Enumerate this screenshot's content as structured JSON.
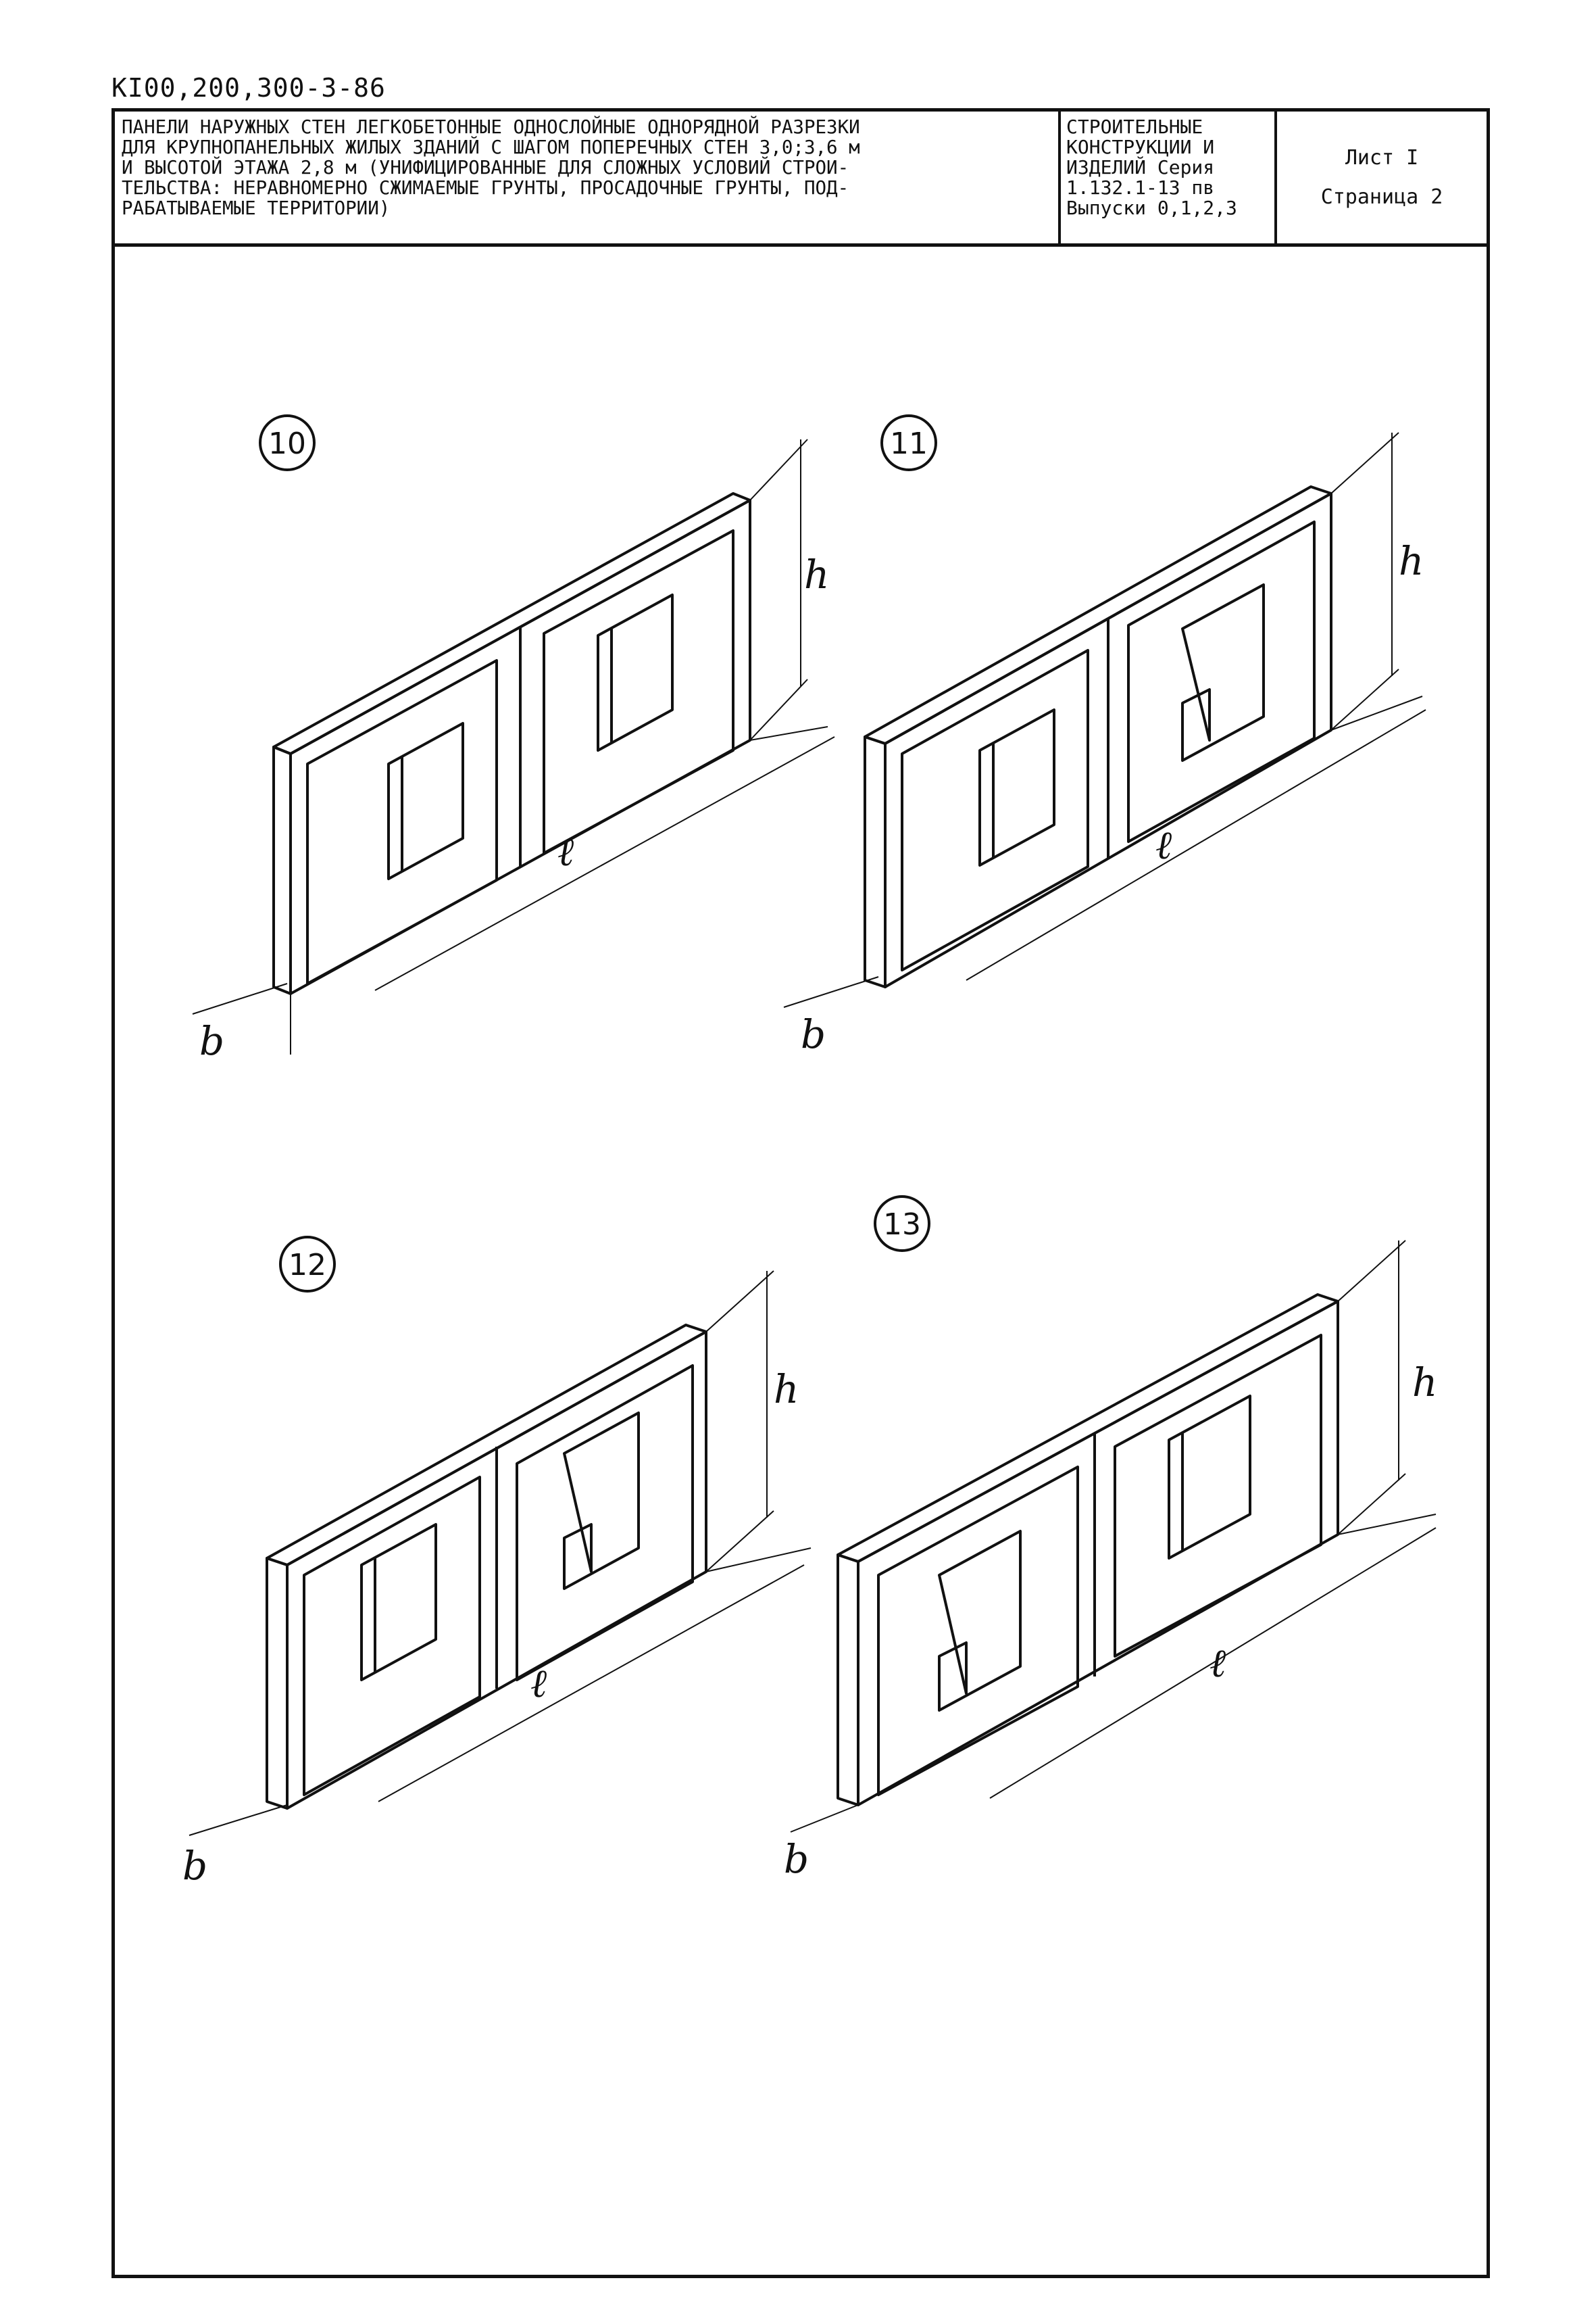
{
  "document_code": "КI00,200,300-3-86",
  "title_block": {
    "description": "ПАНЕЛИ НАРУЖНЫХ СТЕН ЛЕГКОБЕТОННЫЕ ОДНОСЛОЙНЫЕ ОДНОРЯДНОЙ РАЗРЕЗКИ\nДЛЯ КРУПНОПАНЕЛЬНЫХ ЖИЛЫХ ЗДАНИЙ С ШАГОМ ПОПЕРЕЧНЫХ СТЕН 3,0;3,6 м\nИ ВЫСОТОЙ ЭТАЖА 2,8 м (УНИФИЦИРОВАННЫЕ ДЛЯ СЛОЖНЫХ УСЛОВИЙ СТРОИ-\nТЕЛЬСТВА: НЕРАВНОМЕРНО СЖИМАЕМЫЕ ГРУНТЫ, ПРОСАДОЧНЫЕ ГРУНТЫ, ПОД-\nРАБАТЫВАЕМЫЕ ТЕРРИТОРИИ)",
    "series": "СТРОИТЕЛЬНЫЕ\nКОНСТРУКЦИИ И\nИЗДЕЛИЙ Серия\n1.132.1-13 пв\nВыпуски 0,1,2,3",
    "sheet": "Лист I",
    "page": "Страница 2"
  },
  "panels": [
    {
      "number": "10",
      "dim_h": "h",
      "dim_l": "ℓ",
      "dim_b": "b"
    },
    {
      "number": "11",
      "dim_h": "h",
      "dim_l": "ℓ",
      "dim_b": "b"
    },
    {
      "number": "12",
      "dim_h": "h",
      "dim_l": "ℓ",
      "dim_b": "b"
    },
    {
      "number": "13",
      "dim_h": "h",
      "dim_l": "ℓ",
      "dim_b": "b"
    }
  ]
}
